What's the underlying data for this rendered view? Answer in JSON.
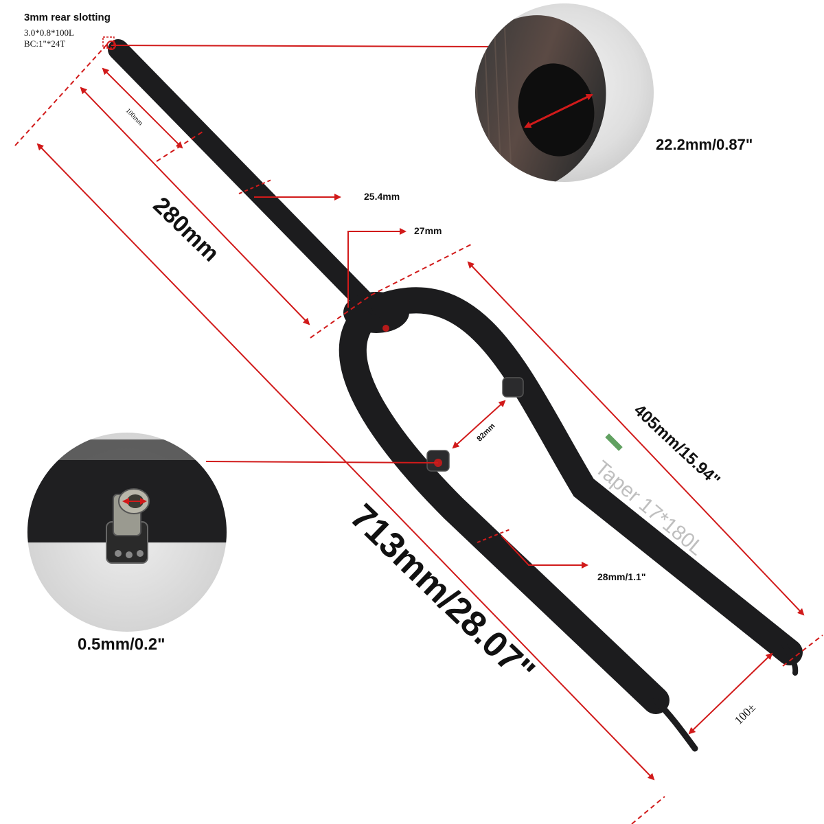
{
  "colors": {
    "dimension": "#d11a1a",
    "fork": "#1c1c1e",
    "background": "#ffffff",
    "label": "#111111"
  },
  "steerer_info": {
    "title": "3mm rear slotting",
    "spec1": "3.0*0.8*100L",
    "spec2": "BC:1\"*24T"
  },
  "dimensions": {
    "threaded_length": "100mm",
    "steerer_length": "280mm",
    "steerer_diameter": "25.4mm",
    "crown_diameter": "27mm",
    "inner_diameter": "22.2mm/0.87\"",
    "blade_length": "405mm/15.94\"",
    "brake_boss_spacing": "82mm",
    "total_length": "713mm/28.07\"",
    "leg_diameter": "28mm/1.1\"",
    "bolt_size": "0.5mm/0.2\"",
    "hub_spacing": "100±"
  },
  "fork_text": "Taper 17*180L"
}
